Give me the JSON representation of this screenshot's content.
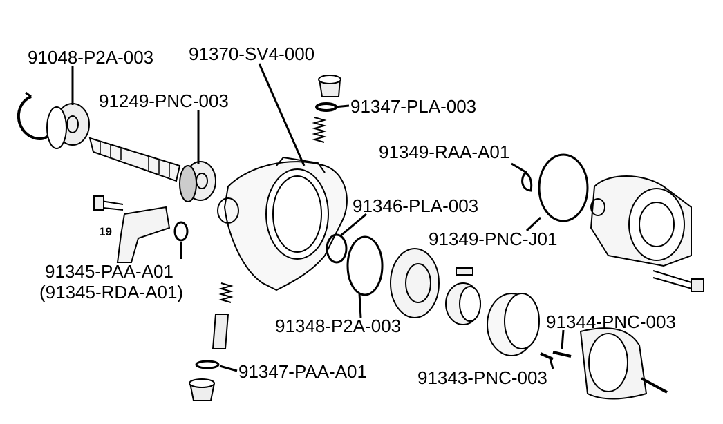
{
  "diagram": {
    "part_numbers": [
      {
        "id": "p1",
        "text": "91048-P2A-003"
      },
      {
        "id": "p2",
        "text": "91370-SV4-000"
      },
      {
        "id": "p3",
        "text": "91249-PNC-003"
      },
      {
        "id": "p4",
        "text": "91347-PLA-003"
      },
      {
        "id": "p5",
        "text": "91349-RAA-A01"
      },
      {
        "id": "p6",
        "text": "91346-PLA-003"
      },
      {
        "id": "p7",
        "text": "91349-PNC-J01"
      },
      {
        "id": "p8",
        "text": "91345-PAA-A01"
      },
      {
        "id": "p9",
        "text": "(91345-RDA-A01)"
      },
      {
        "id": "p10",
        "text": "91348-P2A-003"
      },
      {
        "id": "p11",
        "text": "91344-PNC-003"
      },
      {
        "id": "p12",
        "text": "91347-PAA-A01"
      },
      {
        "id": "p13",
        "text": "91343-PNC-003"
      }
    ],
    "callout_19": "19"
  }
}
